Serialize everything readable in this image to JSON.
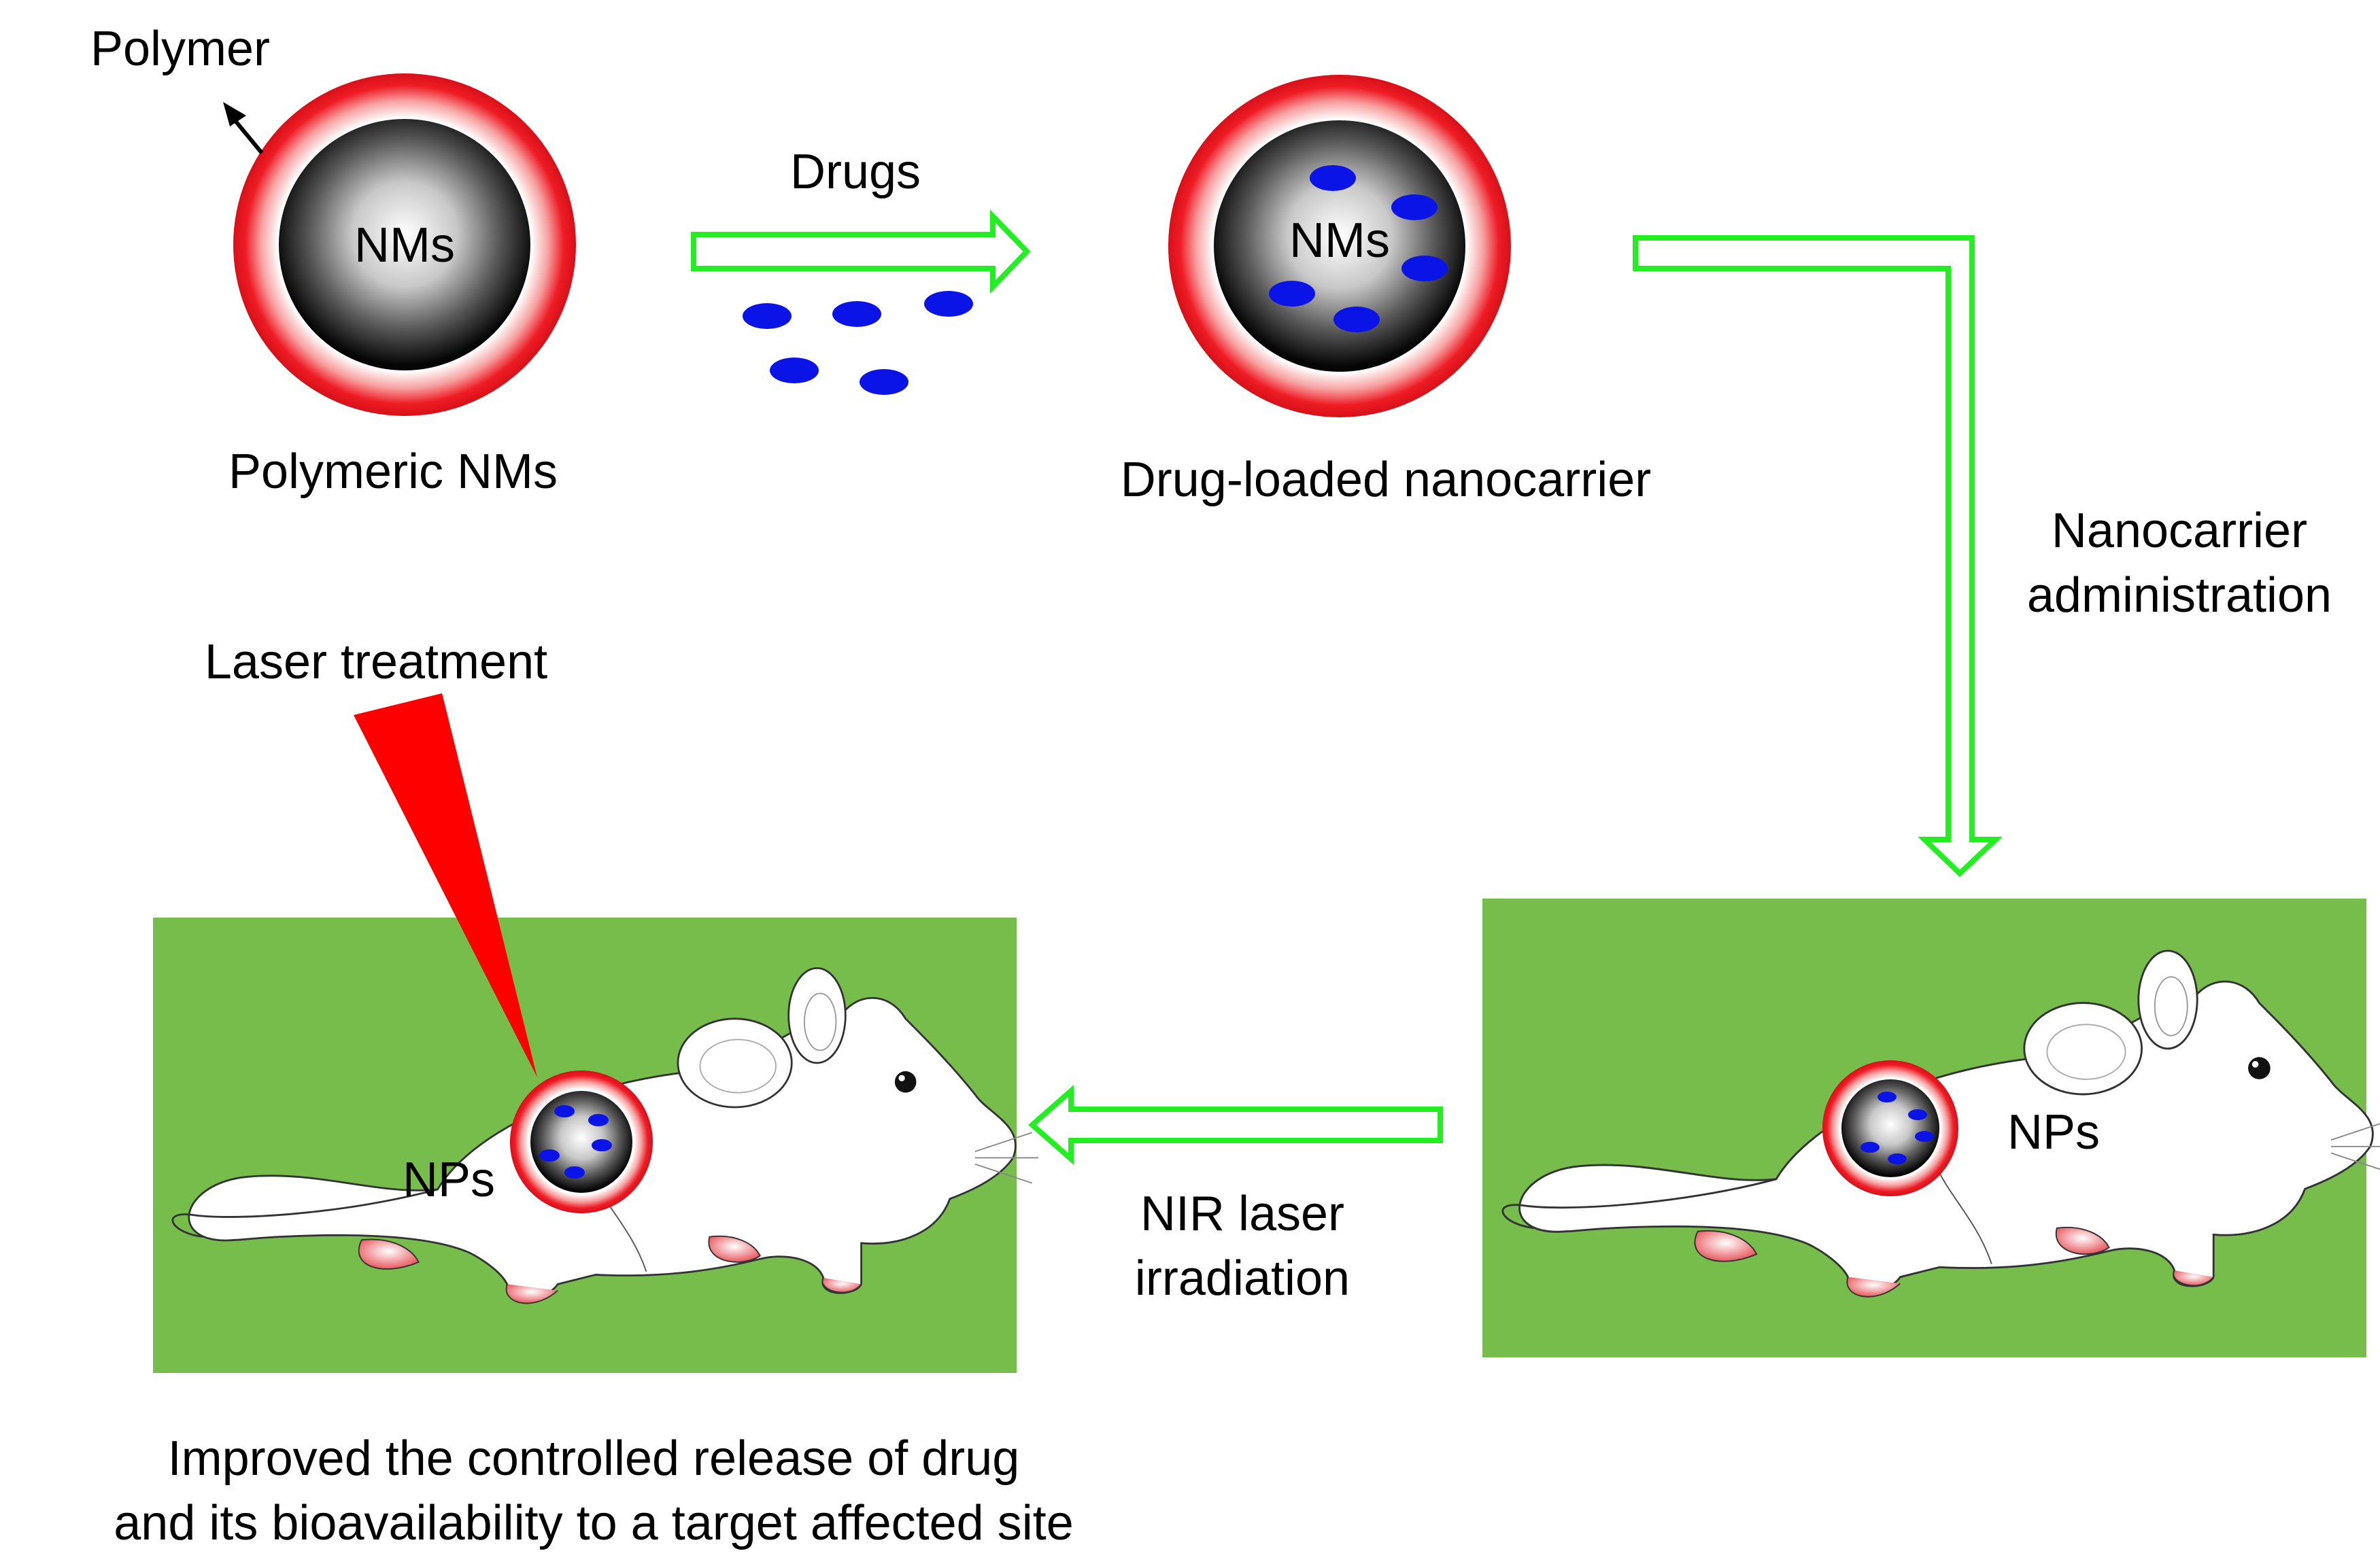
{
  "labels": {
    "polymer": "Polymer",
    "nms_core": "NMs",
    "polymeric_nms": "Polymeric NMs",
    "drugs": "Drugs",
    "nms_loaded": "NMs",
    "drug_loaded_nanocarrier": "Drug-loaded nanocarrier",
    "administration_line1": "Nanocarrier",
    "administration_line2": "administration",
    "laser_treatment": "Laser treatment",
    "nps_right": "NPs",
    "nps_left": "NPs",
    "nir_line1": "NIR laser",
    "nir_line2": "irradiation",
    "caption_line1": "Improved the controlled release of drug",
    "caption_line2": "and its bioavailability to a target affected site"
  },
  "colors": {
    "polymer_shell": "#ee1c25",
    "core": "#1a1a1a",
    "drug": "#0a14e6",
    "arrow": "#22ee22",
    "background_panel": "#76bd4c",
    "laser": "#ff0000",
    "mouse_body": "#ffffff",
    "mouse_paw": "#e8585e"
  }
}
